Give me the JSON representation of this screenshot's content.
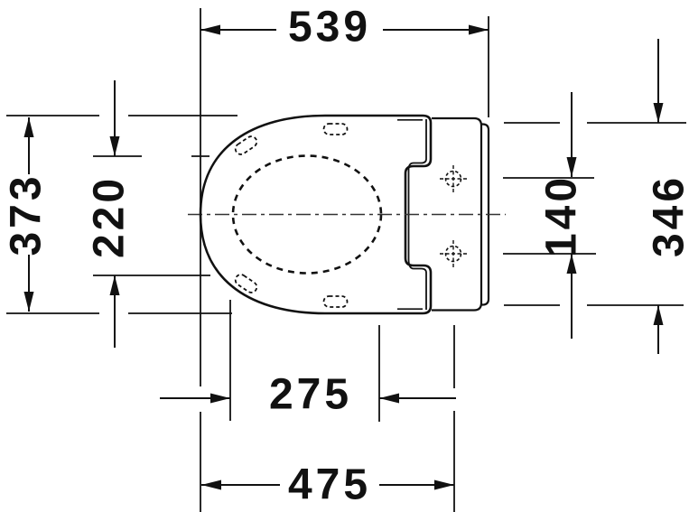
{
  "drawing": {
    "type": "technical-dimension-drawing",
    "subject": "toilet-seat-with-mounting-plate",
    "view": "top",
    "units": "mm",
    "line_color": "#111111",
    "background": "#ffffff",
    "dimensions": {
      "overall_length": {
        "label": "539"
      },
      "overall_width": {
        "label": "373"
      },
      "opening_width": {
        "label": "220"
      },
      "hole_spacing": {
        "label": "140"
      },
      "plate_height": {
        "label": "346"
      },
      "opening_length": {
        "label": "275"
      },
      "front_to_hole_axis": {
        "label": "475"
      }
    }
  }
}
